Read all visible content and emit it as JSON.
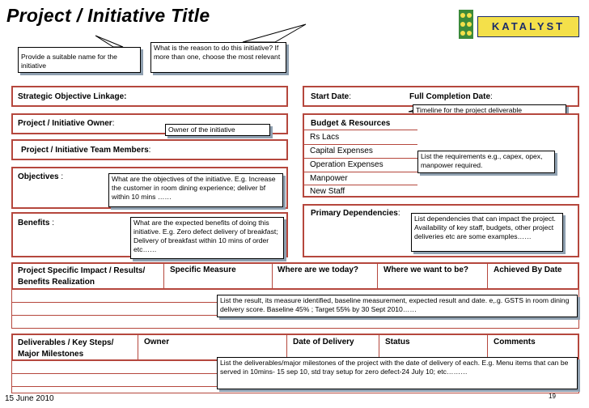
{
  "title": "Project / Initiative Title",
  "logo_text": "KATALYST",
  "callouts": {
    "name": "Provide a suitable name for the initiative",
    "reason": "What is the reason to do this initiative? If more than one, choose the most relevant",
    "owner": "Owner of the initiative",
    "timeline": "Timeline for the project deliverable",
    "requirements": "List the requirements e.g., capex, opex, manpower required.",
    "objectives": "What are the objectives of the initiative. E.g. Increase the customer in room dining experience; deliver bf within 10 mins ……",
    "benefits": "What are the expected benefits of doing this initiative. E.g. Zero defect delivery of breakfast; Delivery of breakfast within 10 mins of order etc……",
    "dependencies": "List dependencies that can impact the project. Availability of key staff, budgets, other project deliveries etc are some examples……",
    "measures": "List the result, its measure identified, baseline measurement, expected result and date. e,.g. GSTS in room dining delivery score. Baseline 45% ; Target 55% by 30 Sept 2010……",
    "deliverables": "List the deliverables/major milestones of the project with the date of delivery of each. E.g. Menu items that can be served in 10mins- 15 sep 10, std tray setup for zero defect-24 July 10; etc………"
  },
  "left_panel": {
    "strategic": "Strategic Objective Linkage:",
    "owner": "Project / Initiative Owner",
    "team": "Project / Initiative Team Members",
    "objectives": "Objectives",
    "benefits": "Benefits"
  },
  "right_panel": {
    "start_date": "Start Date",
    "completion_date": "Full Completion Date",
    "budget": "Budget & Resources",
    "budget_items": [
      "Rs Lacs",
      "Capital Expenses",
      "Operation Expenses",
      "Manpower",
      "New Staff"
    ],
    "dependencies": "Primary Dependencies"
  },
  "impact_table": {
    "headers": [
      "Project Specific Impact / Results/ Benefits Realization",
      "Specific Measure",
      "Where are we today?",
      "Where we want to be?",
      "Achieved By Date"
    ]
  },
  "deliverables_table": {
    "headers": [
      "Deliverables / Key Steps/ Major Milestones",
      "Owner",
      "Date of Delivery",
      "Status",
      "Comments"
    ]
  },
  "footer": {
    "date": "15 June 2010",
    "page": "19"
  }
}
